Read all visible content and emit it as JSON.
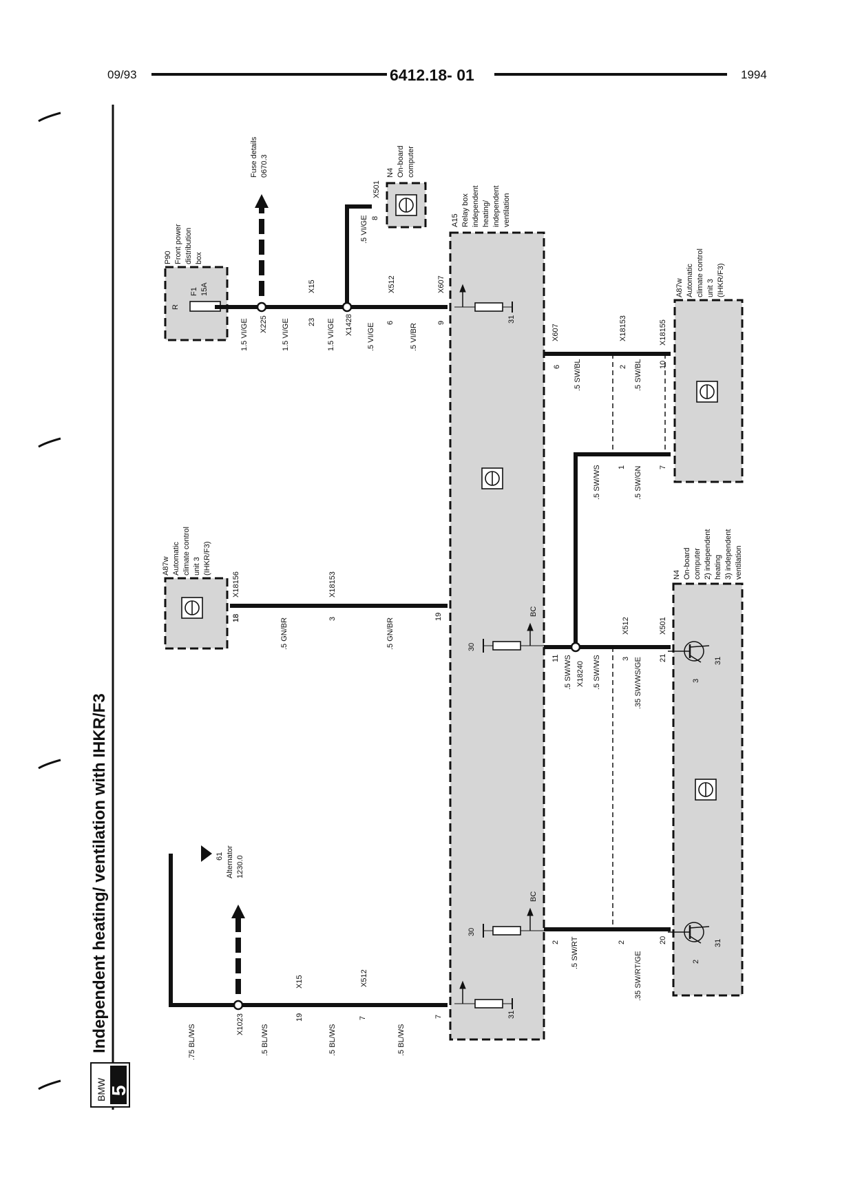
{
  "header": {
    "date": "09/93",
    "page_number": "6412.18- 01",
    "year": "1994"
  },
  "title": "Independent heating/ ventilation with IHKR/F3",
  "badge": {
    "brand": "BMW",
    "series": "5"
  },
  "components": {
    "p90": {
      "lines": [
        "P90",
        "Front power",
        "distribution",
        "box"
      ],
      "pin": "R",
      "fuse": "F1",
      "rating": "15A"
    },
    "fuse_ref": {
      "lines": [
        "Fuse details",
        "0670.3"
      ]
    },
    "n4_top": {
      "pin": "8",
      "connector": "X501",
      "lines": [
        "N4",
        "On-board",
        "computer"
      ]
    },
    "a15": {
      "lines": [
        "A15",
        "Relay box",
        "independent",
        "heating/",
        "independent",
        "ventilation"
      ],
      "bc": "BC",
      "ground": "31",
      "supply": "30"
    },
    "a87w_left": {
      "lines": [
        "A87w",
        "Automatic",
        "climate control",
        "unit 3",
        "(IHKR/F3)"
      ],
      "connector": "X18156",
      "pin": "18"
    },
    "a87w_right": {
      "lines": [
        "A87w",
        "Automatic",
        "climate control",
        "unit 3",
        "(IHKR/F3)"
      ],
      "connector": "X18155"
    },
    "n4_bottom": {
      "lines": [
        "N4",
        "On-board",
        "computer",
        "2)  independent",
        "heating",
        "3)  independent",
        "ventilation"
      ]
    },
    "alternator": {
      "lines": [
        "61",
        "Alternator",
        "1230.0"
      ]
    }
  },
  "wires": {
    "w1": [
      ".75 BL/WS",
      "X1023",
      ".5 BL/WS",
      "19",
      "X15",
      ".5 BL/WS",
      "7",
      "X512",
      ".5 BL/WS",
      "7"
    ],
    "w2": [
      "18",
      ".5 GN/BR",
      "3",
      "X18153",
      ".5 GN/BR",
      "19"
    ],
    "w3": [
      "1.5 VI/GE",
      "X225",
      "1.5 VI/GE",
      "23",
      "X15",
      "1.5 VI/GE",
      "X1428",
      ".5 VI/GE",
      "6",
      "X512",
      ".5 VI/BR",
      "9",
      "X607",
      ".5 VI/GE"
    ],
    "w4": [
      "X607",
      "6",
      ".5 SW/BL",
      "X18153",
      "2",
      ".5 SW/BL",
      "10",
      "X18155"
    ],
    "w5": [
      ".5 SW/WS",
      "1",
      ".5 SW/GN",
      "7"
    ],
    "w6": [
      "11",
      ".5 SW/WS",
      "X18240",
      ".5 SW/WS",
      "X512",
      "3",
      ".35 SW/WS/GE",
      "X501",
      "21"
    ],
    "w7": [
      "2",
      ".5 SW/RT",
      "2",
      ".35 SW/RT/GE",
      "20"
    ],
    "transistor": [
      "3",
      "31",
      "2",
      "31"
    ]
  }
}
